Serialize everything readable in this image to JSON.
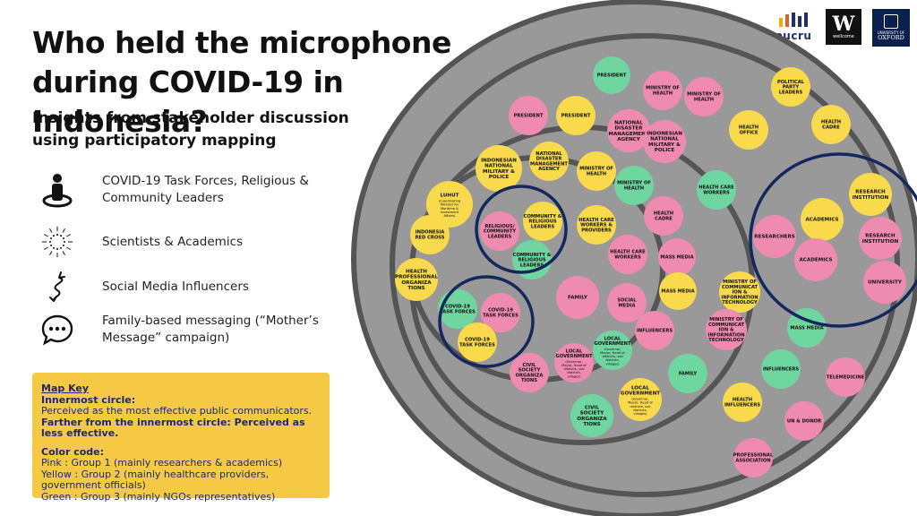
{
  "title": "Who held the microphone during COVID-19 in Indonesia?",
  "subtitle": "Insights from stakeholder discussion using participatory mapping",
  "logos": {
    "oucru": "oucru",
    "wellcome_letter": "W",
    "wellcome_text": "wellcome",
    "oxford_top": "UNIVERSITY OF",
    "oxford_bottom": "OXFORD"
  },
  "legend": [
    {
      "icon": "person-on-pedestal-icon",
      "text": "COVID-19 Task Forces, Religious & Community Leaders"
    },
    {
      "icon": "radiating-dots-icon",
      "text": "Scientists & Academics"
    },
    {
      "icon": "squiggle-arrow-icon",
      "text": "Social Media Influencers"
    },
    {
      "icon": "speech-bubble-icon",
      "text": "Family-based messaging (“Mother’s Message” campaign)"
    }
  ],
  "map_key": {
    "heading": "Map Key",
    "innermost_label": "Innermost circle:",
    "innermost_text": "Perceived as the most effective public  communicators.",
    "farther_text": "Farther from the innermost circle: Perceived as less effective.",
    "color_heading": "Color code:",
    "pink": " Pink   : Group 1 (mainly researchers & academics)",
    "yellow": " Yellow : Group 2 (mainly healthcare providers, government officials)",
    "green": " Green : Group 3 (mainly NGOs representatives)"
  },
  "colors": {
    "pink": "#f08bb0",
    "yellow": "#f8da4c",
    "green": "#6fd6a0",
    "ring_fill": "#999999",
    "ring_stroke": "#555555",
    "highlight": "#14285e"
  },
  "nodes": [
    {
      "label": "PRESIDENT",
      "color": "green"
    },
    {
      "label": "MINISTRY OF HEALTH",
      "color": "pink"
    },
    {
      "label": "MINISTRY OF HEALTH",
      "color": "pink"
    },
    {
      "label": "POLITICAL PARTY LEADERS",
      "color": "yellow"
    },
    {
      "label": "PRESIDENT",
      "color": "pink"
    },
    {
      "label": "PRESIDENT",
      "color": "yellow"
    },
    {
      "label": "NATIONAL DISASTER MANAGEMENT AGENCY",
      "color": "pink"
    },
    {
      "label": "INDONESIAN NATIONAL MILITARY & POLICE",
      "color": "pink"
    },
    {
      "label": "HEALTH OFFICE",
      "color": "yellow"
    },
    {
      "label": "HEALTH CADRE",
      "color": "yellow"
    },
    {
      "label": "NATIONAL DISASTER MANAGEMENT AGENCY",
      "color": "yellow"
    },
    {
      "label": "INDONESIAN NATIONAL MILITARY & POLICE",
      "color": "yellow"
    },
    {
      "label": "MINISTRY OF HEALTH",
      "color": "yellow"
    },
    {
      "label": "MINISTRY OF HEALTH",
      "color": "green"
    },
    {
      "label": "HEALTH CARE WORKERS",
      "color": "green"
    },
    {
      "label": "LUHUT (Coordinating Minister for Maritime & Investment Affairs)",
      "color": "yellow"
    },
    {
      "label": "RELIGIOUS/ COMMUNITY LEADERS",
      "color": "pink"
    },
    {
      "label": "COMMUNITY & RELIGIOUS LEADERS",
      "color": "yellow"
    },
    {
      "label": "HEALTH CARE WORKERS & PROVIDERS",
      "color": "yellow"
    },
    {
      "label": "HEALTH CADRE",
      "color": "pink"
    },
    {
      "label": "RESEARCH INSTITUTION",
      "color": "yellow"
    },
    {
      "label": "INDONESIA RED CROSS",
      "color": "yellow"
    },
    {
      "label": "COMMUNITY & RELIGIOUS LEADERS",
      "color": "green"
    },
    {
      "label": "HEALTH CARE WORKERS",
      "color": "pink"
    },
    {
      "label": "MASS MEDIA",
      "color": "pink"
    },
    {
      "label": "RESEARCHERS",
      "color": "pink"
    },
    {
      "label": "ACADEMICS",
      "color": "yellow"
    },
    {
      "label": "RESEARCH INSTITUTION",
      "color": "pink"
    },
    {
      "label": "ACADEMICS",
      "color": "pink"
    },
    {
      "label": "HEALTH PROFESSIONAL ORGANIZA TIONS",
      "color": "yellow"
    },
    {
      "label": "UNIVERSITY",
      "color": "pink"
    },
    {
      "label": "MINISTRY OF COMMUNICAT ION & INFORMATION TECHNOLOGY",
      "color": "yellow"
    },
    {
      "label": "FAMILY",
      "color": "pink"
    },
    {
      "label": "SOCIAL MEDIA",
      "color": "pink"
    },
    {
      "label": "MASS MEDIA",
      "color": "yellow"
    },
    {
      "label": "COVID-19 TASK FORCES",
      "color": "green"
    },
    {
      "label": "COVID-19 TASK FORCES",
      "color": "pink"
    },
    {
      "label": "MINISTRY OF COMMUNICAT ION & INFORMATION TECHNOLOGY",
      "color": "pink"
    },
    {
      "label": "INFLUENCERS",
      "color": "pink"
    },
    {
      "label": "MASS MEDIA",
      "color": "green"
    },
    {
      "label": "COVID-19 TASK FORCES",
      "color": "yellow"
    },
    {
      "label": "LOCAL GOVERNMENT (Governor, Mayor, Head of districts, sub districts, villages)",
      "color": "pink"
    },
    {
      "label": "LOCAL GOVERNMENT (Governor, Mayor, Head of districts, sub districts, villages)",
      "color": "green"
    },
    {
      "label": "CIVIL SOCIETY ORGANIZA TIONS",
      "color": "pink"
    },
    {
      "label": "FAMILY",
      "color": "green"
    },
    {
      "label": "INFLUENCERS",
      "color": "green"
    },
    {
      "label": "TELEMEDICINE",
      "color": "pink"
    },
    {
      "label": "LOCAL GOVERNMENT (Governor, Mayor, Head of districts, sub districts, villages)",
      "color": "yellow"
    },
    {
      "label": "HEALTH INFLUENCERS",
      "color": "yellow"
    },
    {
      "label": "CIVIL SOCIETY ORGANIZA TIONS",
      "color": "green"
    },
    {
      "label": "UN & DONOR",
      "color": "pink"
    },
    {
      "label": "PROFESSIONAL ASSOCIATION",
      "color": "pink"
    }
  ]
}
